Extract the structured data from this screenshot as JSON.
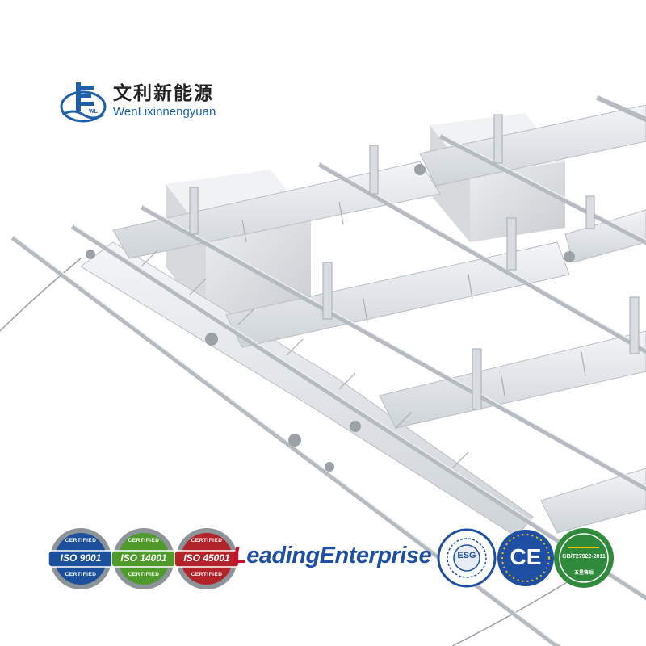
{
  "brand": {
    "name_cn": "文利新能源",
    "name_en": "WenLixinnengyuan",
    "logo_mark": "WL"
  },
  "certifications": [
    {
      "top": "CERTIFIED",
      "main": "ISO 9001",
      "bottom": "CERTIFIED",
      "color": "#1c4f9c"
    },
    {
      "top": "CERTIFIED",
      "main": "ISO 14001",
      "bottom": "CERTIFIED",
      "color": "#4f9a2a"
    },
    {
      "top": "CERTIFIED",
      "main": "ISO 45001",
      "bottom": "CERTIFIED",
      "color": "#b3242a"
    }
  ],
  "leading": {
    "first_letter": "L",
    "rest": "eadingEnterprise"
  },
  "esg": {
    "label": "ESG"
  },
  "ce": {
    "label": "CE"
  },
  "gb": {
    "label": "GB/T27922-2011",
    "sub": "五星售后"
  },
  "colors": {
    "brand_blue": "#1f4fa3",
    "brand_red": "#c8102e",
    "float_gray": "#e4e7ea",
    "rail_gray": "#c7ccd1"
  }
}
